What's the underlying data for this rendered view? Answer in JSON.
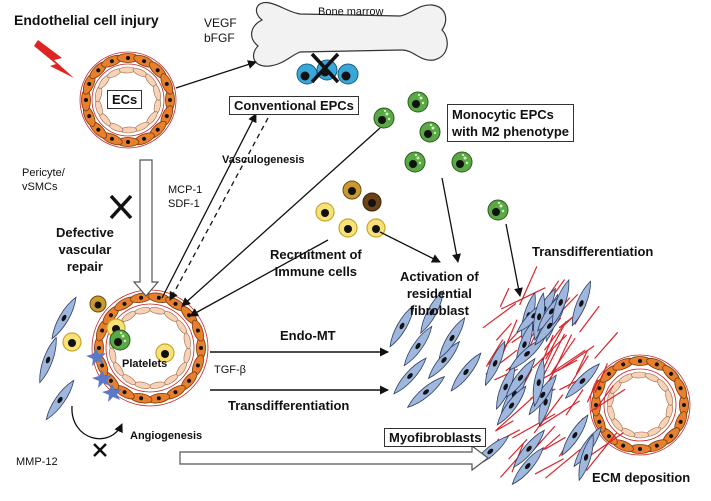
{
  "labels": {
    "injury": "Endothelial cell injury",
    "bone_marrow": "Bone marrow",
    "vegf": "VEGF",
    "bfgf": "bFGF",
    "ecs": "ECs",
    "conventional_epcs": "Conventional EPCs",
    "monocytic_line1": "Monocytic EPCs",
    "monocytic_line2": "with M2 phenotype",
    "pericyte_line1": "Pericyte/",
    "pericyte_line2": "vSMCs",
    "vasculogenesis": "Vasculogenesis",
    "mcp1": "MCP-1",
    "sdf1": "SDF-1",
    "defective_line1": "Defective",
    "defective_line2": "vascular",
    "defective_line3": "repair",
    "transdiff_right": "Transdifferentiation",
    "recruit_line1": "Recruitment of",
    "recruit_line2": "Immune cells",
    "activation_line1": "Activation of",
    "activation_line2": "residential",
    "activation_line3": "fibroblast",
    "endo_mt": "Endo-MT",
    "platelets": "Platelets",
    "tgfb": "TGF-β",
    "transdiff_bottom": "Transdifferentiation",
    "angiogenesis": "Angiogenesis",
    "mmp12": "MMP-12",
    "myofibroblasts": "Myofibroblasts",
    "ecm": "ECM deposition"
  },
  "colors": {
    "endothelial": "#e87f2c",
    "pericyte": "#f7d2b6",
    "epc_blue": "#39a7d8",
    "monocytic_green": "#59a945",
    "fibroblast": "#9fb7dc",
    "collagen": "#d9262c",
    "immune_gold": "#e6b83a",
    "platelet": "#5a79c7",
    "lightning": "#e02424"
  }
}
